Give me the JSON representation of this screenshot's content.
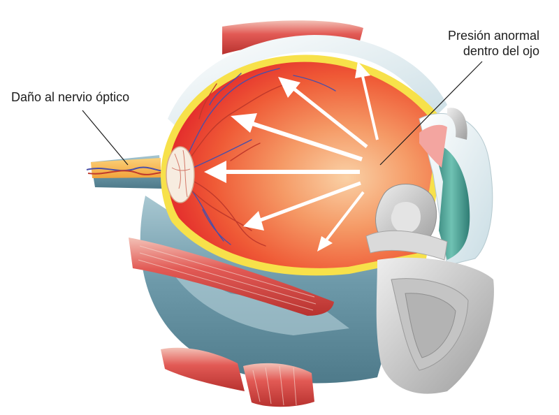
{
  "labels": {
    "optic_nerve_damage": "Daño al nervio óptico",
    "abnormal_pressure_line1": "Presión anormal",
    "abnormal_pressure_line2": "dentro del ojo"
  },
  "colors": {
    "vitreous_inner": "#f7b07a",
    "vitreous_mid": "#f26a3c",
    "vitreous_outer": "#e3262b",
    "retina_yellow": "#f7e14a",
    "sclera_blue": "#6b98a8",
    "sclera_light": "#d9e9ee",
    "muscle_red": "#d94a48",
    "muscle_pink": "#f0b3a8",
    "iris_teal": "#3f9c92",
    "lens_gray": "#c8c8c8",
    "arrow_white": "#ffffff",
    "vessel_blue": "#4a4fa8",
    "vessel_red": "#c0392b",
    "leader_line": "#1c1c1c"
  }
}
